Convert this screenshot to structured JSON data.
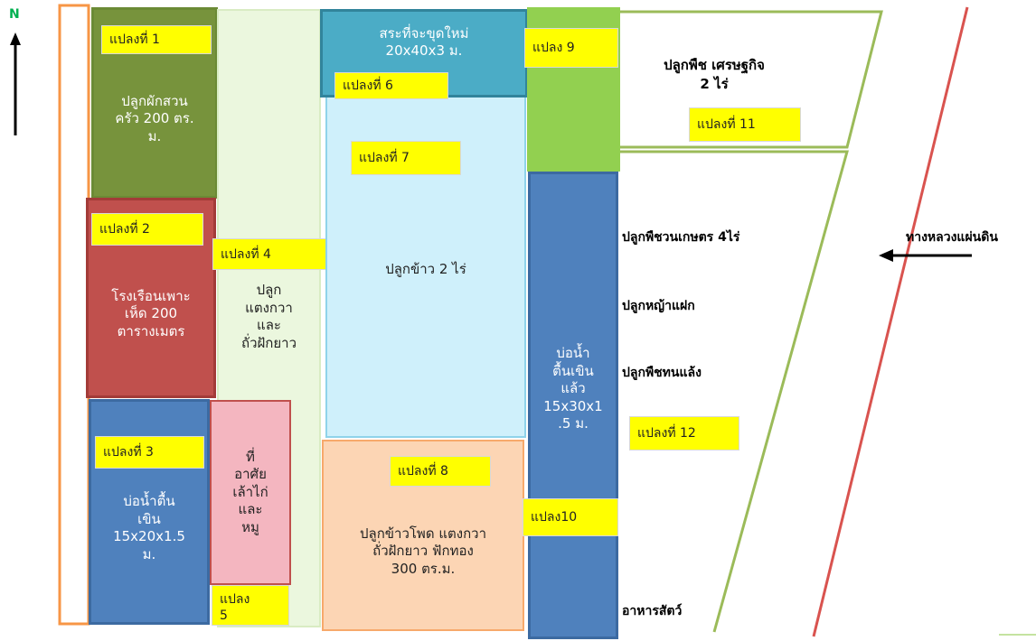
{
  "compass": {
    "letter": "N"
  },
  "plots": {
    "p1": {
      "tag": "แปลงที่ 1",
      "text": "ปลูกผักสวน\nครัว 200 ตร.\nม."
    },
    "p2": {
      "tag": "แปลงที่ 2",
      "text": "โรงเรือนเพาะ\nเห็ด 200\nตารางเมตร"
    },
    "p3": {
      "tag": "แปลงที่ 3",
      "text": "บ่อน้ำตื้น\nเขิน\n15x20x1.5\nม."
    },
    "p4": {
      "tag": "แปลงที่ 4",
      "text": "ปลูก\nแตงกวา\nและ\nถั่วฝักยาว"
    },
    "p5": {
      "tag": "แปลง\n5",
      "text": "ที่\nอาศัย\nเล้าไก่\nและ\nหมู"
    },
    "p6": {
      "tag": "แปลงที่ 6",
      "text": "สระที่จะขุดใหม่\n20x40x3 ม."
    },
    "p7": {
      "tag": "แปลงที่ 7",
      "text": "ปลูกข้าว 2 ไร่"
    },
    "p8": {
      "tag": "แปลงที่ 8",
      "text": "ปลูกข้าวโพด แตงกวา\nถั่วฝักยาว ฟักทอง\n300 ตร.ม."
    },
    "p9": {
      "tag": "แปลง 9"
    },
    "p10": {
      "tag": "แปลง10",
      "text": "บ่อน้ำ\nตื้นเขิน\nแล้ว\n15x30x1\n.5 ม."
    },
    "p11": {
      "tag": "แปลงที่ 11",
      "text": "ปลูกพืช เศรษฐกิจ\n2 ไร่"
    },
    "p12": {
      "tag": "แปลงที่ 12",
      "labels": [
        "ปลูกพืชวนเกษตร 4ไร่",
        "ปลูกหญ้าแฝก",
        "ปลูกพืชทนแล้ง",
        "อาหารสัตว์"
      ]
    }
  },
  "road": {
    "label": "ทางหลวงแผ่นดิน"
  },
  "colors": {
    "olive": "#77933c",
    "red": "#c0504d",
    "blue": "#4f81bd",
    "teal": "#4bacc6",
    "lightgreen": "#ebf7de",
    "lightblue": "#cff0fb",
    "pink": "#f4b6c0",
    "peach": "#fcd5b4",
    "green": "#92d050",
    "tag": "#ffff00"
  }
}
